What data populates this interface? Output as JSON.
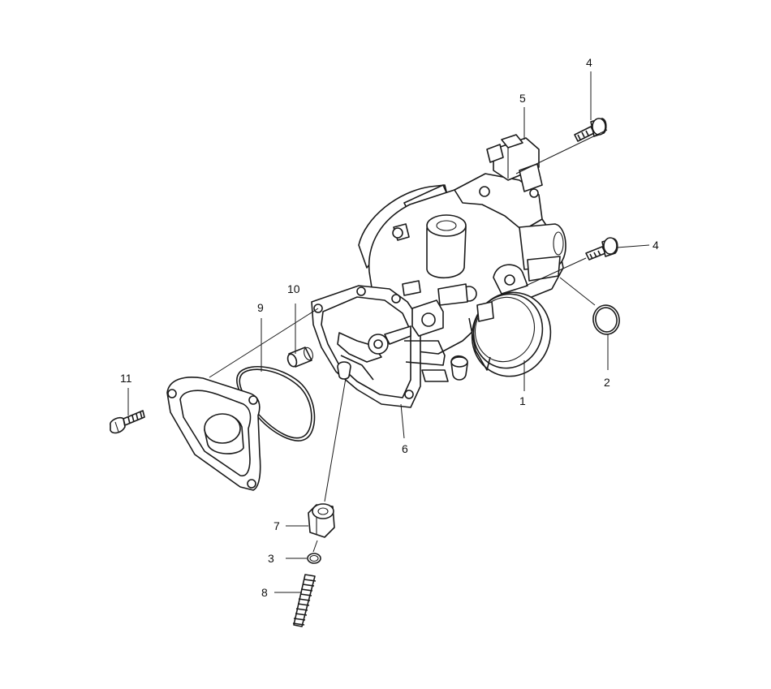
{
  "diagram": {
    "callouts": [
      {
        "id": "c1",
        "label": "1"
      },
      {
        "id": "c2",
        "label": "2"
      },
      {
        "id": "c3",
        "label": "3"
      },
      {
        "id": "c4a",
        "label": "4"
      },
      {
        "id": "c4b",
        "label": "4"
      },
      {
        "id": "c5",
        "label": "5"
      },
      {
        "id": "c6",
        "label": "6"
      },
      {
        "id": "c7",
        "label": "7"
      },
      {
        "id": "c8",
        "label": "8"
      },
      {
        "id": "c9",
        "label": "9"
      },
      {
        "id": "c10",
        "label": "10"
      },
      {
        "id": "c11",
        "label": "11"
      }
    ]
  }
}
